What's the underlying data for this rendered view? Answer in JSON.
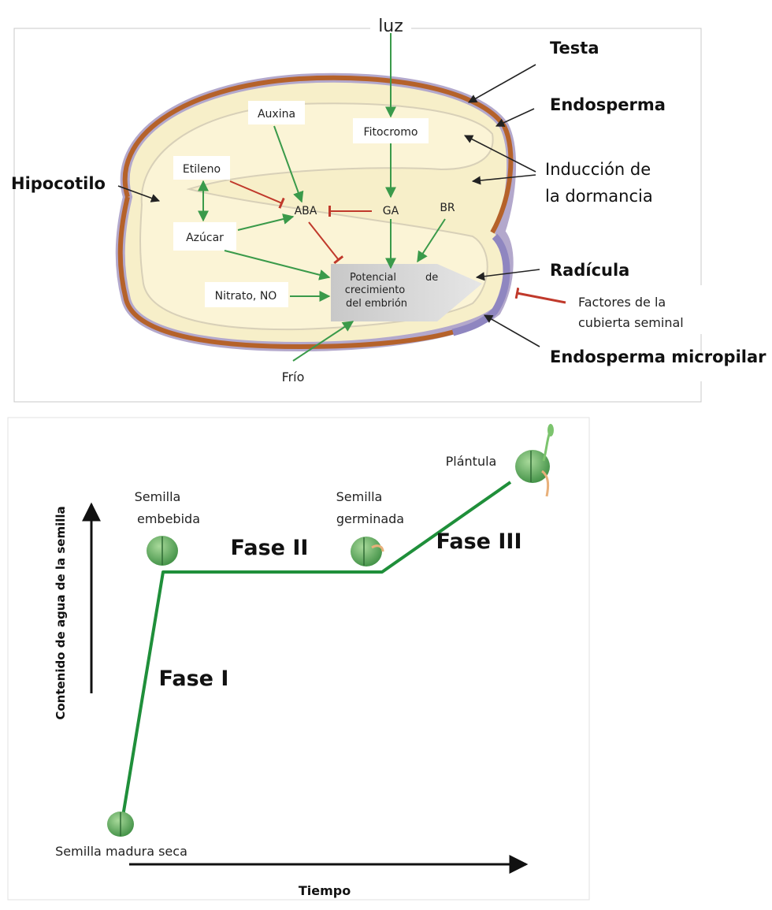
{
  "top_diagram": {
    "luz": "luz",
    "auxina": "Auxina",
    "fitocromo": "Fitocromo",
    "etileno": "Etileno",
    "aba": "ABA",
    "ga": "GA",
    "br": "BR",
    "azucar": "Azúcar",
    "potencial_line1": "Potencial",
    "potencial_de": "de",
    "potencial_line2": "crecimiento",
    "potencial_line3": "del embrión",
    "nitrato": "Nitrato, NO",
    "frio": "Frío",
    "testa": "Testa",
    "endosperma": "Endosperma",
    "induccion_line1": "Inducción de",
    "induccion_line2": "la dormancia",
    "hipocotilo": "Hipocotilo",
    "radicula": "Radícula",
    "factores_line1": "Factores de la",
    "factores_line2": "cubierta seminal",
    "endosperma_micropilar": "Endosperma micropilar",
    "colors": {
      "activation": "#3a9a4a",
      "inhibition": "#c0392b",
      "testa": "#b5622a",
      "endosperm_edge": "#b3a8cc",
      "seed_fill": "#f7efc9"
    }
  },
  "bottom_diagram": {
    "y_axis_label": "Contenido de agua de la semilla",
    "x_axis_label": "Tiempo",
    "stage_dry": "Semilla  madura seca",
    "stage_imbibed_line1": "Semilla",
    "stage_imbibed_line2": "embebida",
    "stage_germinated_line1": "Semilla",
    "stage_germinated_line2": "germinada",
    "stage_seedling": "Plántula",
    "phase1": "Fase I",
    "phase2": "Fase II",
    "phase3": "Fase III",
    "colors": {
      "curve": "#1f8f3a",
      "seed": "#5fae5a"
    }
  }
}
